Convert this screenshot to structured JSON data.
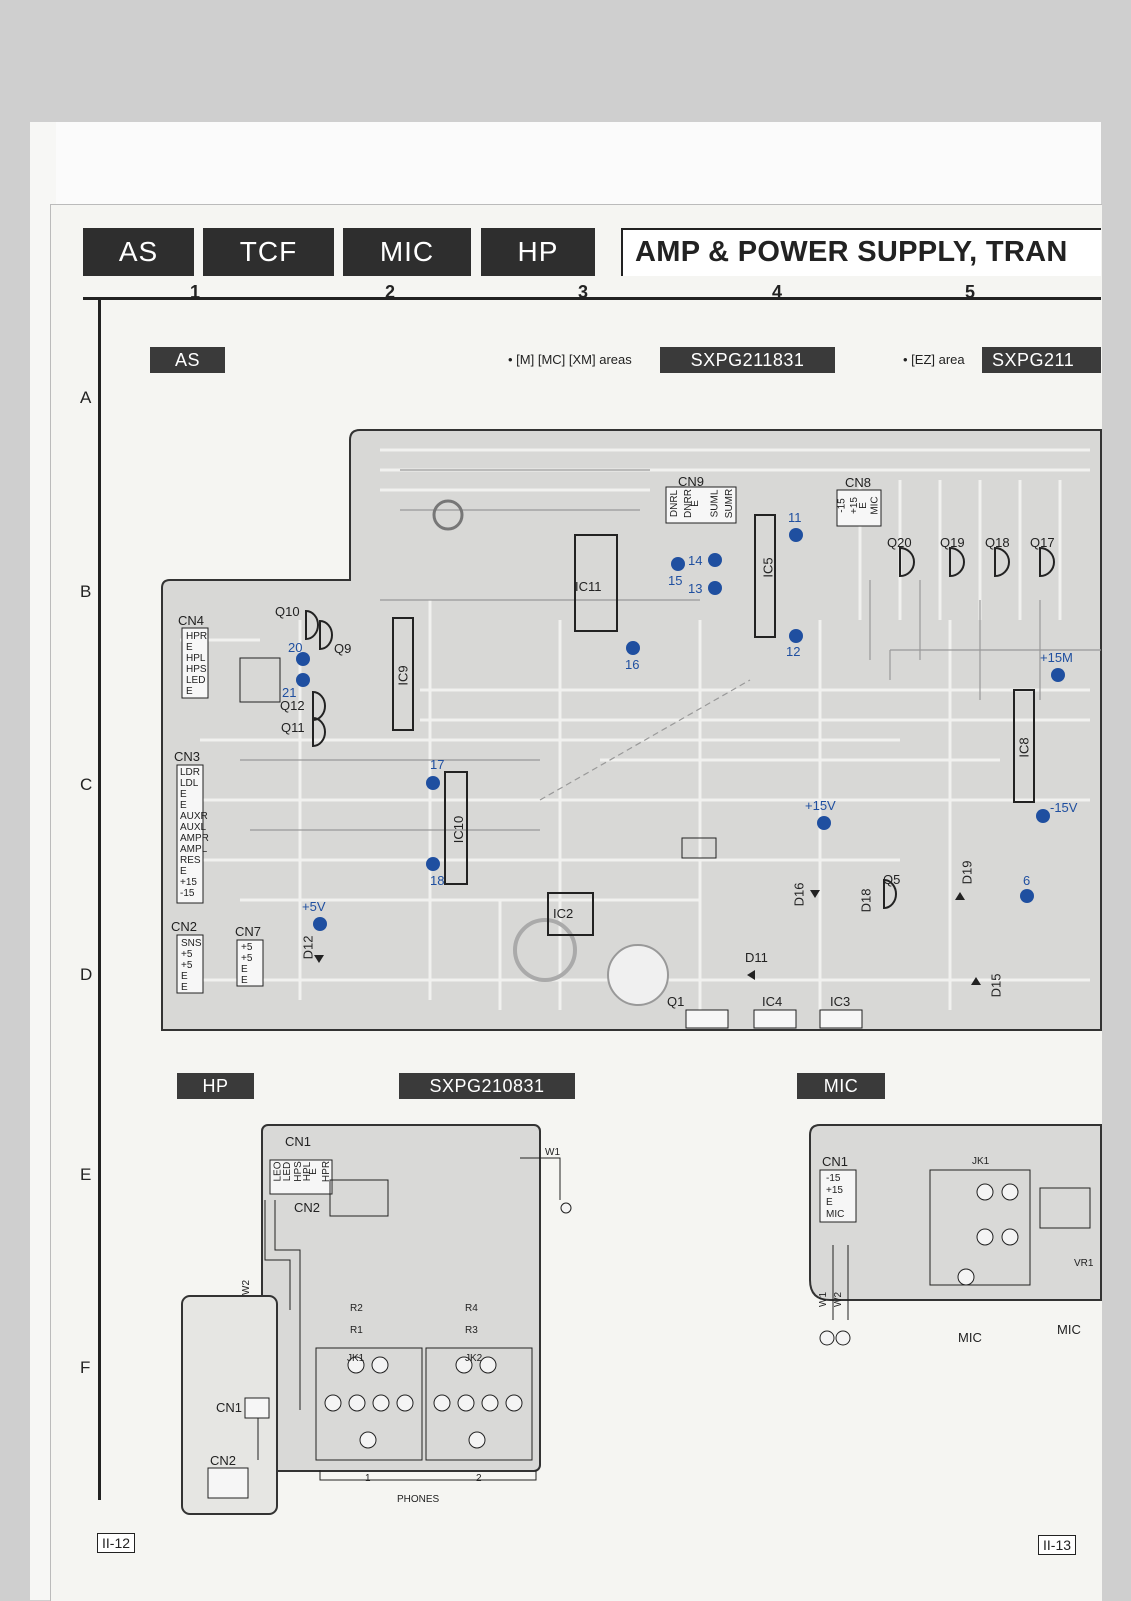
{
  "header": {
    "tabs": [
      "AS",
      "TCF",
      "MIC",
      "HP"
    ],
    "title": "AMP & POWER SUPPLY, TRAN"
  },
  "column_numbers": [
    "1",
    "2",
    "3",
    "4",
    "5"
  ],
  "row_letters": [
    "A",
    "B",
    "C",
    "D",
    "E",
    "F"
  ],
  "sections": {
    "as": {
      "label": "AS",
      "note_left": "• [M] [MC] [XM] areas",
      "part_left": "SXPG211831",
      "note_right": "• [EZ] area",
      "part_right": "SXPG211"
    },
    "hp": {
      "label": "HP",
      "part": "SXPG210831"
    },
    "mic": {
      "label": "MIC"
    }
  },
  "test_points": [
    {
      "label": "11"
    },
    {
      "label": "12"
    },
    {
      "label": "13"
    },
    {
      "label": "14"
    },
    {
      "label": "15"
    },
    {
      "label": "16"
    },
    {
      "label": "17"
    },
    {
      "label": "18"
    },
    {
      "label": "20"
    },
    {
      "label": "21"
    },
    {
      "label": "6"
    },
    {
      "label": "+5V"
    },
    {
      "label": "+15V"
    },
    {
      "label": "-15V"
    },
    {
      "label": "+15M"
    }
  ],
  "components": {
    "ics": [
      "IC11",
      "IC5",
      "IC9",
      "IC10",
      "IC2",
      "IC8"
    ],
    "transistors": [
      "Q10",
      "Q9",
      "Q12",
      "Q11",
      "Q20",
      "Q19",
      "Q18",
      "Q17",
      "Q5",
      "Q1"
    ],
    "diodes": [
      "D12",
      "D11",
      "D16",
      "D18",
      "D19",
      "D15"
    ],
    "connectors": [
      "CN4",
      "CN3",
      "CN2",
      "CN7",
      "CN9",
      "CN8",
      "IC4",
      "IC3"
    ],
    "cn4_pins": [
      "HPR",
      "E",
      "HPL",
      "HPS",
      "LED",
      "E"
    ],
    "cn3_pins": [
      "LDR",
      "LDL",
      "E",
      "E",
      "AUXR",
      "AUXL",
      "AMPR",
      "AMPL",
      "RES",
      "E",
      "+15",
      "-15"
    ],
    "cn2_pins": [
      "SNS",
      "+5",
      "+5",
      "E",
      "E"
    ],
    "cn7_pins": [
      "+5",
      "+5",
      "E",
      "E"
    ],
    "cn9_pins": [
      "DNRL",
      "DNRR",
      "E",
      "SUML",
      "SUMR"
    ],
    "cn8_pins": [
      "-15",
      "+15",
      "E",
      "MIC"
    ]
  },
  "hp_board": {
    "cn1": "CN1",
    "cn1_pins": [
      "LEO",
      "LED",
      "HPS",
      "HPL",
      "E",
      "HPR"
    ],
    "cn2": "CN2",
    "jacks": [
      "JK1",
      "JK2"
    ],
    "resistors": [
      "R2",
      "R4",
      "R1",
      "R3"
    ],
    "wires": [
      "W1",
      "W2"
    ],
    "sub_cn1": "CN1",
    "sub_cn2": "CN2",
    "jack_label": "PHONES",
    "jack_nums": [
      "1",
      "2"
    ]
  },
  "mic_board": {
    "cn1": "CN1",
    "cn1_pins": [
      "-15",
      "+15",
      "E",
      "MIC"
    ],
    "jack": "JK1",
    "labels": [
      "MIC",
      "MIC",
      "VR1"
    ],
    "wires": [
      "W1",
      "W2"
    ]
  },
  "page_numbers": {
    "left": "II-12",
    "right": "II-13"
  }
}
